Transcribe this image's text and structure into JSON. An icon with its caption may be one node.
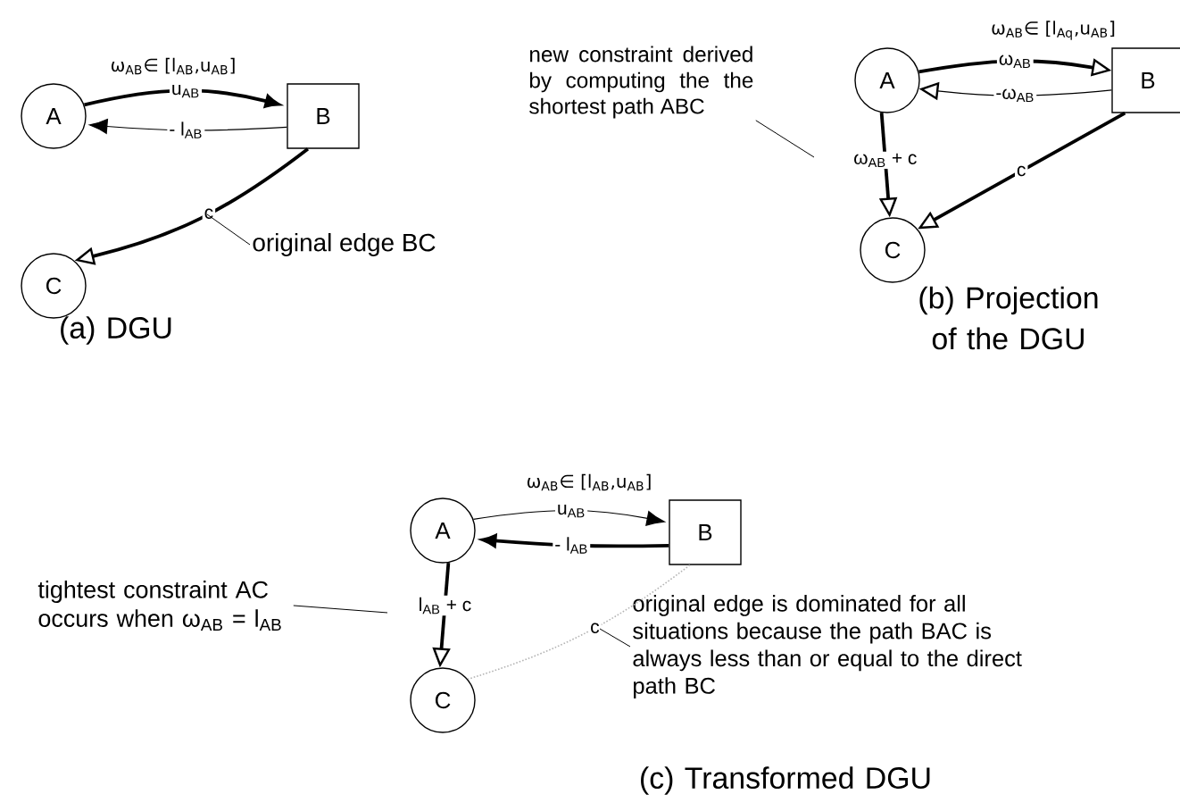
{
  "diagram": {
    "nodes": [
      {
        "text": [
          "A"
        ]
      },
      {
        "text": [
          "B"
        ]
      },
      {
        "text": [
          "C"
        ]
      },
      {
        "text": [
          "A"
        ]
      },
      {
        "text": [
          "B"
        ]
      },
      {
        "text": [
          "C"
        ]
      },
      {
        "text": [
          "A"
        ]
      },
      {
        "text": [
          "B"
        ]
      },
      {
        "text": [
          "C"
        ]
      },
      {
        "text": [
          "original edge BC"
        ]
      },
      {
        "text": [
          "new constraint derived by computing the the shortest path ABC"
        ]
      },
      {
        "text": [
          "tightest constraint AC occurs when ω$_{AB}$ = l$_{AB}$"
        ]
      },
      {
        "text": [
          "original edge is dominated for all situations because the path BAC is always less than or equal to the direct path BC"
        ]
      }
    ],
    "edges": [
      {
        "from": 0,
        "to": 1,
        "arrow": "to",
        "label": "u$_{AB}$"
      },
      {
        "from": 1,
        "to": 0,
        "arrow": "to",
        "label": "- l$_{AB}$"
      },
      {
        "from": 1,
        "to": 2,
        "arrow": "to",
        "label": "c"
      },
      {
        "from": 3,
        "to": 4,
        "arrow": "to",
        "label": "ω$_{AB}$"
      },
      {
        "from": 4,
        "to": 3,
        "arrow": "to",
        "label": "-ω$_{AB}$"
      },
      {
        "from": 4,
        "to": 5,
        "arrow": "to",
        "label": "c"
      },
      {
        "from": 3,
        "to": 5,
        "arrow": "to",
        "label": "ω$_{AB}$ + c"
      },
      {
        "from": 6,
        "to": 7,
        "arrow": "to",
        "label": "u$_{AB}$"
      },
      {
        "from": 7,
        "to": 6,
        "arrow": "to",
        "label": "- l$_{AB}$"
      },
      {
        "from": 6,
        "to": 8,
        "arrow": "to",
        "label": "l$_{AB}$ + c"
      },
      {
        "from": 7,
        "to": 8,
        "arrow": "none",
        "label": "c",
        "style": "dashed",
        "color": "#b4b4b4"
      },
      {
        "from": 9,
        "to": null,
        "arrow": "none"
      },
      {
        "from": 10,
        "to": null,
        "arrow": "none"
      },
      {
        "from": 11,
        "to": null,
        "arrow": "none"
      },
      {
        "from": 12,
        "to": null,
        "arrow": "none"
      }
    ],
    "labels": [
      "ω$_{AB}$∈ [l$_{AB}$,u$_{AB}$]",
      "(a) DGU",
      "ω$_{AB}$∈ [l$_{Aq}$,u$_{AB}$]",
      "(b) Projection of the DGU",
      "ω$_{AB}$∈ [l$_{AB}$,u$_{AB}$]",
      "(c) Transformed DGU"
    ]
  }
}
